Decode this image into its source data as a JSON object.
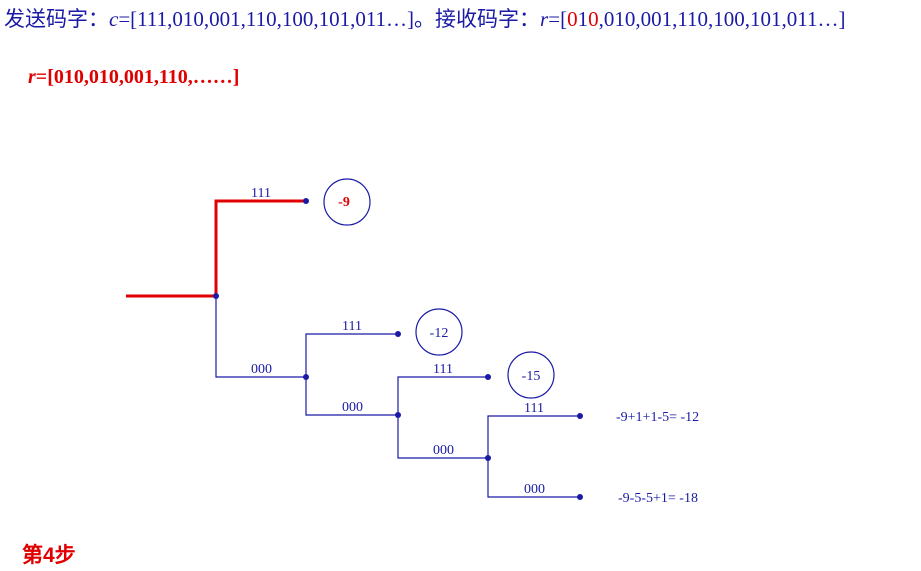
{
  "header": {
    "sent_prefix": "发送码字：",
    "sent_var": "c",
    "sent_value": "=[111,010,001,110,100,101,011…]",
    "separator": "。",
    "recv_prefix": "接收码字：",
    "recv_var": "r",
    "recv_open": "=[",
    "recv_first_a": "0",
    "recv_first_b": "1",
    "recv_first_c": "0",
    "recv_rest": ",010,001,110,100,101,011…]"
  },
  "received_partial": {
    "var": "r",
    "value": "=[010,010,001,110,……]"
  },
  "tree": {
    "branch_labels": [
      "111",
      "000",
      "111",
      "000",
      "111",
      "000",
      "111",
      "000"
    ],
    "metrics": [
      "-9",
      "-12",
      "-15"
    ],
    "path_sums": [
      "-9+1+1-5= -12",
      "-9-5-5+1= -18"
    ]
  },
  "step_label": "第4步",
  "colors": {
    "tree": "#1a1aa6",
    "highlight": "#e00000"
  }
}
